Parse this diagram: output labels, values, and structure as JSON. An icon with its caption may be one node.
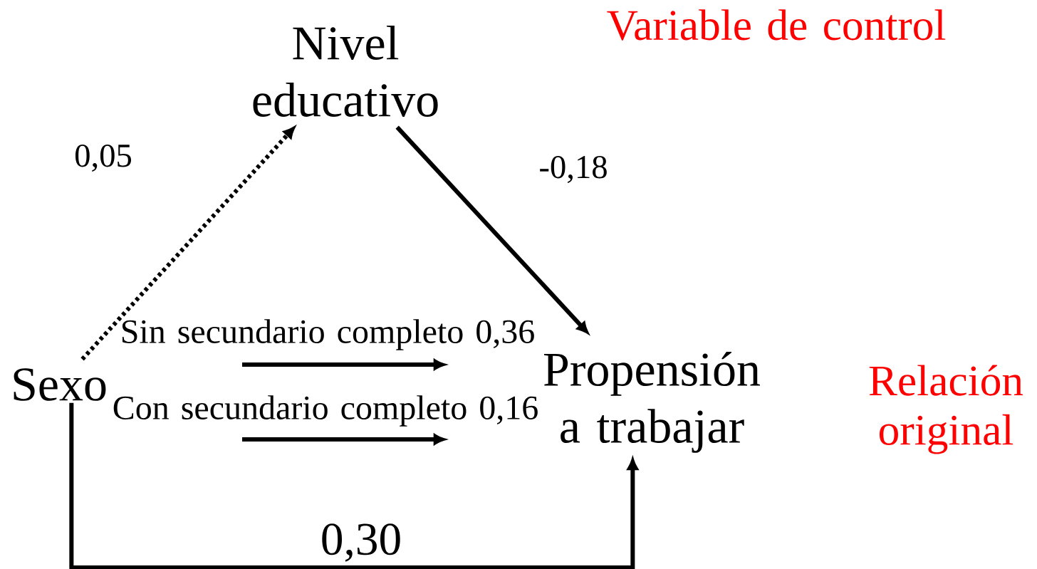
{
  "diagram": {
    "nodes": [
      {
        "text": [
          "Nivel educativo"
        ]
      },
      {
        "text": [
          "Sexo"
        ]
      },
      {
        "text": [
          "Propensión a trabajar"
        ]
      }
    ],
    "edges": [
      {
        "from": 1,
        "to": 0,
        "arrow": "to",
        "label": "0,05",
        "style": "dashed"
      },
      {
        "from": 0,
        "to": 2,
        "arrow": "to",
        "label": "-0,18"
      },
      {
        "from": 1,
        "to": 2,
        "arrow": "to",
        "label": "0,30"
      }
    ],
    "labels": [
      "Variable de control",
      "Sin secundario completo 0,36",
      "Con secundario completo 0,16",
      "Relación original"
    ]
  }
}
